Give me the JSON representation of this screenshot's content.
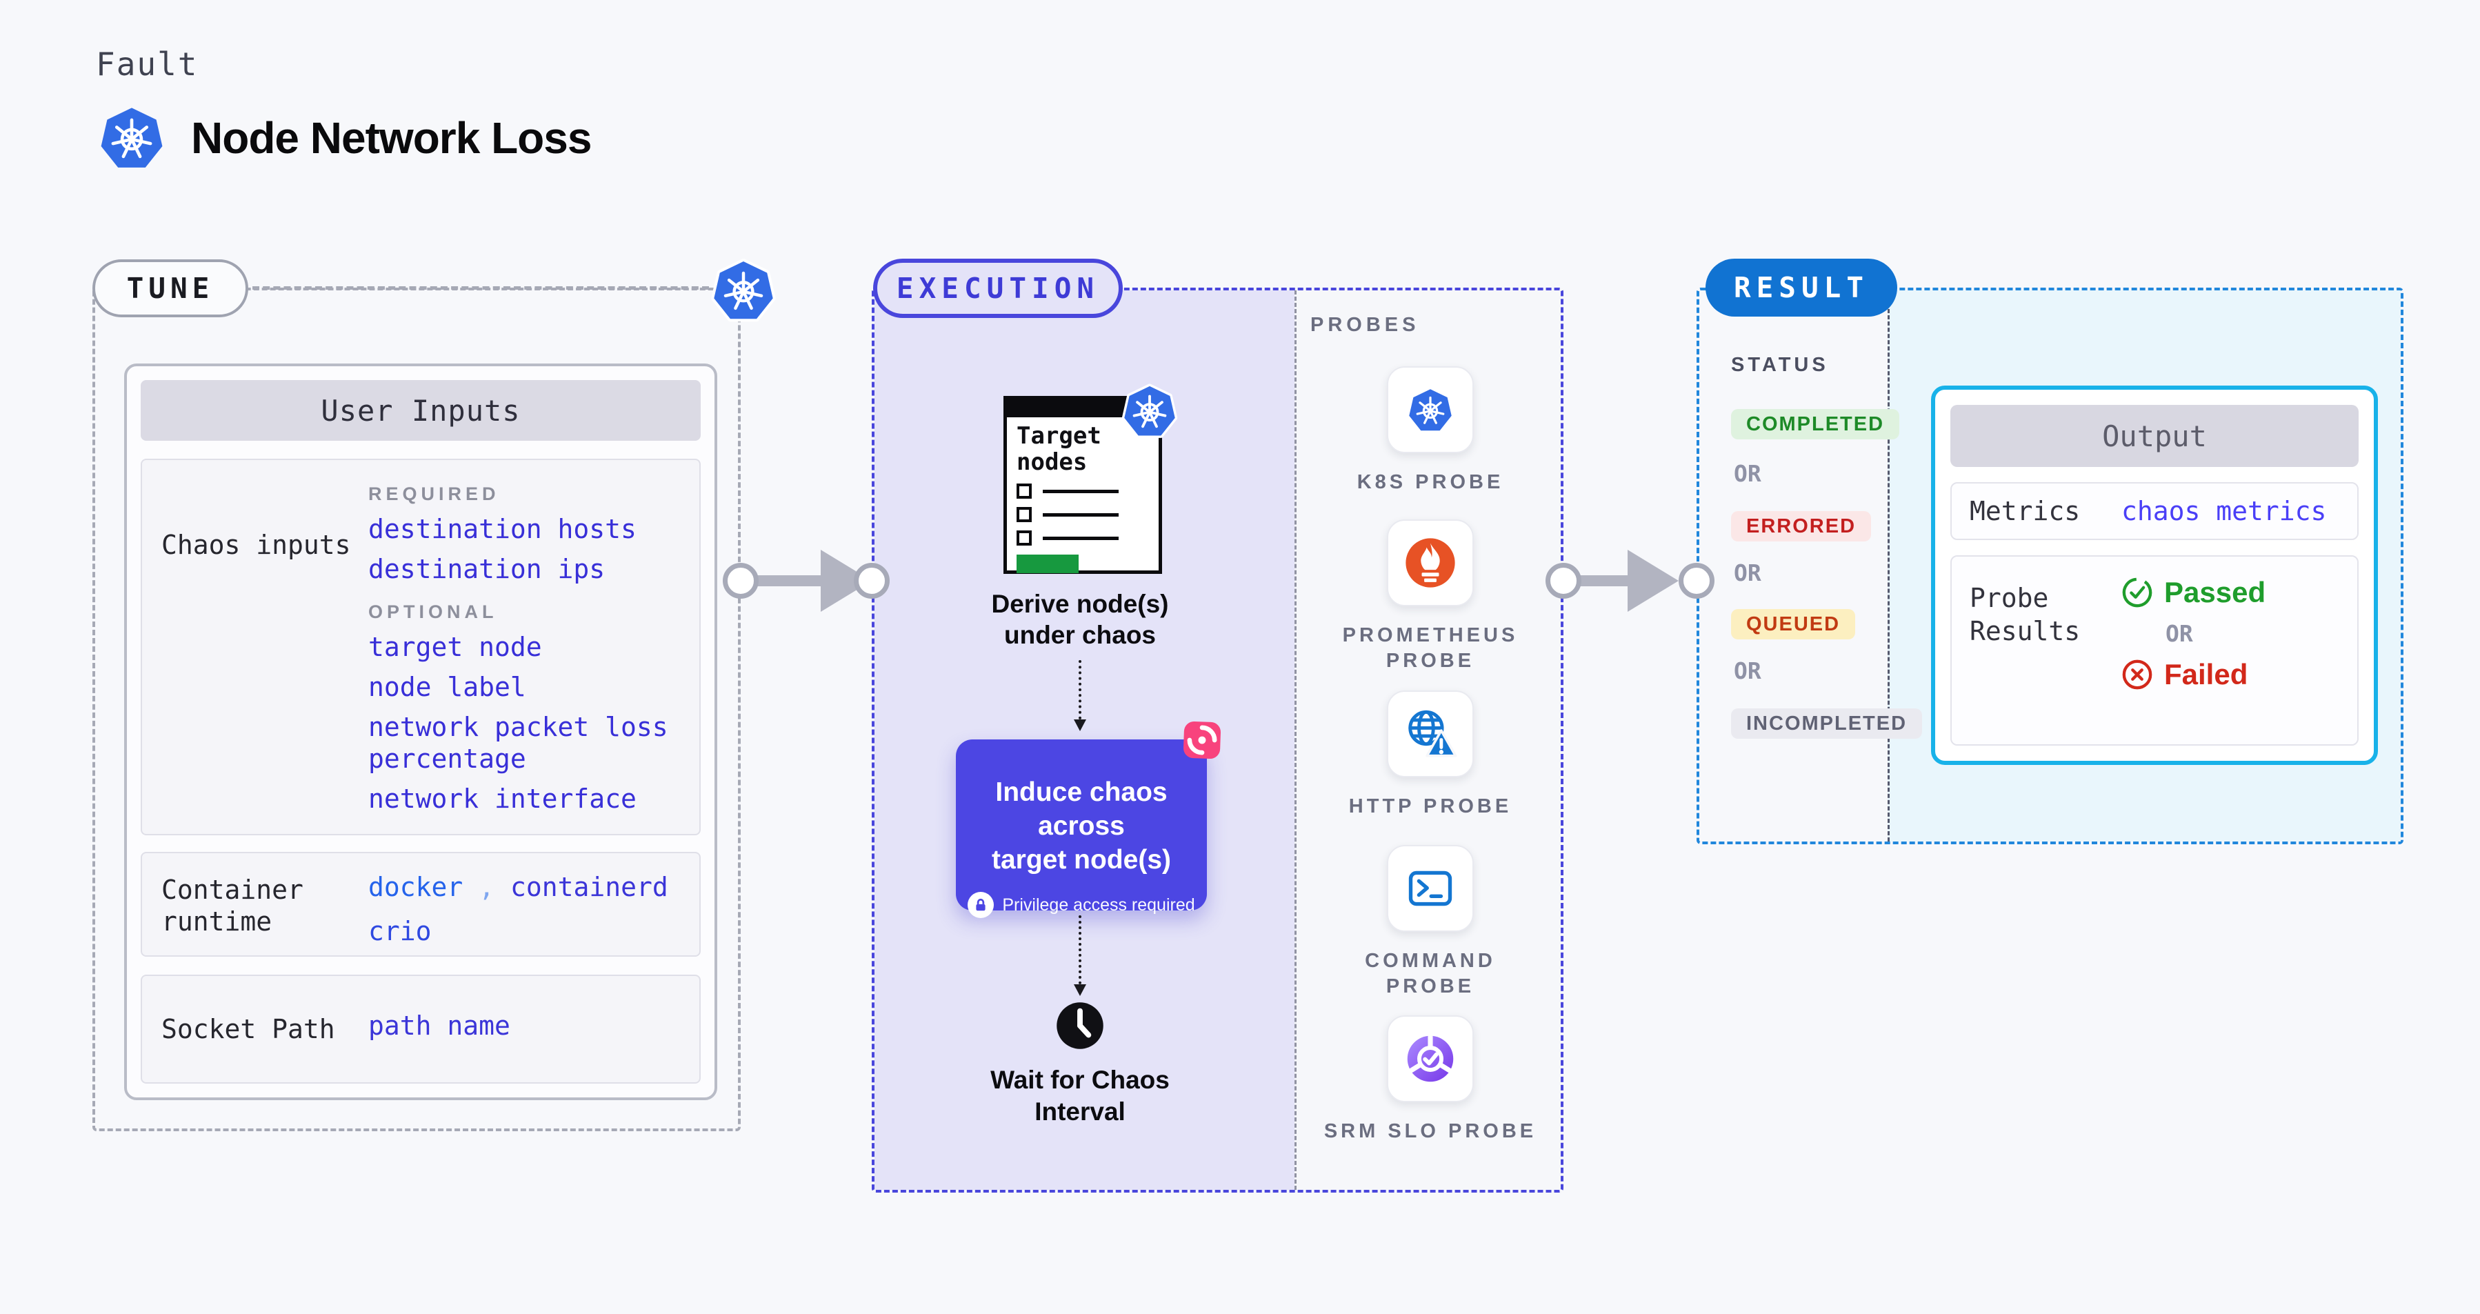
{
  "header": {
    "eyebrow": "Fault",
    "title": "Node Network Loss"
  },
  "colors": {
    "k8s_blue": "#326CE5",
    "tune_gray": "#A6A9B5",
    "execution_indigo": "#4946DC",
    "execution_bg": "#E4E3F8",
    "induce_bg": "#4C46E3",
    "result_blue": "#2187DC",
    "result_pill": "#1173D2",
    "output_border": "#18B2E9",
    "result_panel_bg": "#E9F6FC",
    "link_indigo": "#382FD8",
    "passed_green": "#1F9D2C",
    "failed_red": "#D2281A",
    "prometheus_orange": "#E75225",
    "chaos_pink": "#F8437D"
  },
  "tune": {
    "label": "TUNE",
    "panel_title": "User Inputs",
    "chaos_row": {
      "label": "Chaos inputs",
      "required_heading": "REQUIRED",
      "required_links": [
        "destination hosts",
        "destination ips"
      ],
      "optional_heading": "OPTIONAL",
      "optional_links": [
        "target node",
        "node label",
        "network packet loss percentage",
        "network interface"
      ]
    },
    "runtime_row": {
      "label_lines": [
        "Container",
        "runtime"
      ],
      "values": [
        "docker",
        "containerd",
        "crio"
      ],
      "separator": ","
    },
    "socket_row": {
      "label": "Socket Path",
      "value": "path name"
    }
  },
  "execution": {
    "label": "EXECUTION",
    "target_card": {
      "title_lines": [
        "Target",
        "nodes"
      ]
    },
    "derive_lines": [
      "Derive node(s)",
      "under chaos"
    ],
    "induce": {
      "title_lines": [
        "Induce chaos across",
        "target node(s)"
      ],
      "badge": "Privilege access required"
    },
    "wait_lines": [
      "Wait for Chaos",
      "Interval"
    ]
  },
  "probes": {
    "heading": "PROBES",
    "items": [
      {
        "label": "K8S PROBE",
        "icon": "kubernetes-icon"
      },
      {
        "label": "PROMETHEUS PROBE",
        "icon": "prometheus-icon"
      },
      {
        "label": "HTTP PROBE",
        "icon": "globe-alert-icon"
      },
      {
        "label": "COMMAND PROBE",
        "icon": "terminal-icon"
      },
      {
        "label": "SRM SLO PROBE",
        "icon": "slo-check-icon"
      }
    ]
  },
  "result": {
    "label": "RESULT",
    "status_heading": "STATUS",
    "or_label": "OR",
    "statuses": [
      {
        "label": "COMPLETED",
        "color": "#1D8A27"
      },
      {
        "label": "ERRORED",
        "color": "#C31F1F"
      },
      {
        "label": "QUEUED",
        "color": "#C13A12"
      },
      {
        "label": "INCOMPLETED",
        "color": "#606274"
      }
    ],
    "output": {
      "title": "Output",
      "metrics_label": "Metrics",
      "metrics_value": "chaos metrics",
      "probe_results_lines": [
        "Probe",
        "Results"
      ],
      "passed_label": "Passed",
      "or_label": "OR",
      "failed_label": "Failed"
    }
  }
}
